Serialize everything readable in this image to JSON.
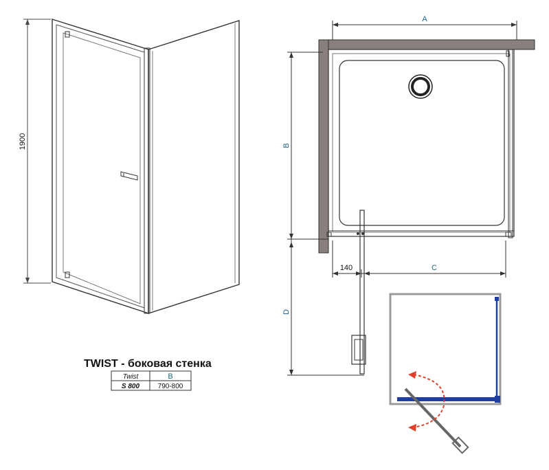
{
  "height_dimension": "1900",
  "plan_dimensions": {
    "a": "A",
    "b": "B",
    "c": "C",
    "d": "D",
    "offset": "140"
  },
  "product_title": "TWIST - боковая стенка",
  "size_table": {
    "header": [
      "Twist",
      "B"
    ],
    "rows": [
      [
        "S 800",
        "790-800"
      ]
    ]
  },
  "colors": {
    "dimension_text": "#1f5f86",
    "wall": "#8a7f7f",
    "panel_blue": "#1f3fa0",
    "swing_arrow": "#e0402a"
  }
}
